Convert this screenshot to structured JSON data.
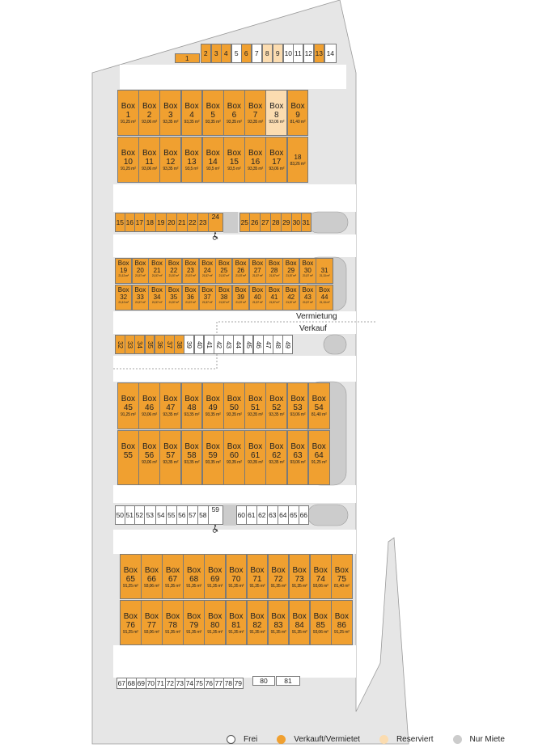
{
  "colors": {
    "sold": "#f0a030",
    "free": "#ffffff",
    "reserved": "#fbdcb0",
    "rent_only": "#cccccc",
    "ground": "#e6e6e6"
  },
  "labels": {
    "vermietung": "Vermietung",
    "verkauf": "Verkauf"
  },
  "icons": {
    "accessible": "wheelchair-icon"
  },
  "legend": [
    {
      "label": "Frei",
      "status": "free"
    },
    {
      "label": "Verkauft/Vermietet",
      "status": "sold"
    },
    {
      "label": "Reserviert",
      "status": "reserved"
    },
    {
      "label": "Nur Miete",
      "status": "rent_only"
    }
  ],
  "rows": [
    {
      "kind": "small",
      "cells": [
        {
          "n": "1",
          "s": "sold"
        },
        {
          "n": "2",
          "s": "sold"
        },
        {
          "n": "3",
          "s": "sold"
        },
        {
          "n": "4",
          "s": "sold"
        },
        {
          "n": "5",
          "s": "free"
        },
        {
          "n": "6",
          "s": "sold"
        },
        {
          "n": "7",
          "s": "free"
        },
        {
          "n": "8",
          "s": "reserved"
        },
        {
          "n": "9",
          "s": "reserved"
        },
        {
          "n": "10",
          "s": "free"
        },
        {
          "n": "11",
          "s": "free"
        },
        {
          "n": "12",
          "s": "free"
        },
        {
          "n": "13",
          "s": "sold"
        },
        {
          "n": "14",
          "s": "free"
        }
      ]
    },
    {
      "kind": "big",
      "cells": [
        {
          "n": "1",
          "a": "91,25 m²",
          "s": "sold"
        },
        {
          "n": "2",
          "a": "93,06 m²",
          "s": "sold"
        },
        {
          "n": "3",
          "a": "93,35 m²",
          "s": "sold"
        },
        {
          "n": "4",
          "a": "93,35 m²",
          "s": "sold"
        },
        {
          "n": "5",
          "a": "93,35 m²",
          "s": "sold"
        },
        {
          "n": "6",
          "a": "93,35 m²",
          "s": "sold"
        },
        {
          "n": "7",
          "a": "93,35 m²",
          "s": "sold"
        },
        {
          "n": "8",
          "a": "93,06 m²",
          "s": "reserved"
        },
        {
          "n": "9",
          "a": "81,40 m²",
          "s": "sold"
        }
      ]
    },
    {
      "kind": "big",
      "cells": [
        {
          "n": "10",
          "a": "91,25 m²",
          "s": "sold"
        },
        {
          "n": "11",
          "a": "93,06 m²",
          "s": "sold"
        },
        {
          "n": "12",
          "a": "93,35 m²",
          "s": "sold"
        },
        {
          "n": "13",
          "a": "93,5 m²",
          "s": "sold"
        },
        {
          "n": "14",
          "a": "93,5 m²",
          "s": "sold"
        },
        {
          "n": "15",
          "a": "93,5 m²",
          "s": "sold"
        },
        {
          "n": "16",
          "a": "93,35 m²",
          "s": "sold"
        },
        {
          "n": "17",
          "a": "93,06 m²",
          "s": "sold"
        },
        {
          "n": "18",
          "a": "83,26 m²",
          "s": "sold",
          "plain": true
        }
      ]
    },
    {
      "kind": "small",
      "cells": [
        {
          "n": "15",
          "s": "sold"
        },
        {
          "n": "16",
          "s": "sold"
        },
        {
          "n": "17",
          "s": "sold"
        },
        {
          "n": "18",
          "s": "sold"
        },
        {
          "n": "19",
          "s": "sold"
        },
        {
          "n": "20",
          "s": "sold"
        },
        {
          "n": "21",
          "s": "sold"
        },
        {
          "n": "22",
          "s": "sold"
        },
        {
          "n": "23",
          "s": "sold"
        },
        {
          "n": "24",
          "s": "sold",
          "wc": true
        },
        {
          "n": "25",
          "s": "sold"
        },
        {
          "n": "26",
          "s": "sold"
        },
        {
          "n": "27",
          "s": "sold"
        },
        {
          "n": "28",
          "s": "sold"
        },
        {
          "n": "29",
          "s": "sold"
        },
        {
          "n": "30",
          "s": "sold"
        },
        {
          "n": "31",
          "s": "sold"
        }
      ]
    },
    {
      "kind": "mid",
      "cells": [
        {
          "n": "19",
          "a": "21,13 m²",
          "s": "sold"
        },
        {
          "n": "20",
          "a": "21,57 m²",
          "s": "sold"
        },
        {
          "n": "21",
          "a": "21,57 m²",
          "s": "sold"
        },
        {
          "n": "22",
          "a": "21,57 m²",
          "s": "sold"
        },
        {
          "n": "23",
          "a": "21,57 m²",
          "s": "sold"
        },
        {
          "n": "24",
          "a": "21,57 m²",
          "s": "sold"
        },
        {
          "n": "25",
          "a": "21,57 m²",
          "s": "sold"
        },
        {
          "n": "26",
          "a": "21,57 m²",
          "s": "sold"
        },
        {
          "n": "27",
          "a": "21,57 m²",
          "s": "sold"
        },
        {
          "n": "28",
          "a": "21,57 m²",
          "s": "sold"
        },
        {
          "n": "29",
          "a": "21,57 m²",
          "s": "sold"
        },
        {
          "n": "30",
          "a": "21,57 m²",
          "s": "sold"
        },
        {
          "n": "31",
          "a": "21,13 m²",
          "s": "sold",
          "nobox": true
        }
      ]
    },
    {
      "kind": "mid",
      "cells": [
        {
          "n": "32",
          "a": "21,13 m²",
          "s": "sold"
        },
        {
          "n": "33",
          "a": "21,57 m²",
          "s": "sold"
        },
        {
          "n": "34",
          "a": "21,57 m²",
          "s": "sold"
        },
        {
          "n": "35",
          "a": "21,57 m²",
          "s": "sold"
        },
        {
          "n": "36",
          "a": "21,57 m²",
          "s": "sold"
        },
        {
          "n": "37",
          "a": "21,57 m²",
          "s": "sold"
        },
        {
          "n": "38",
          "a": "21,57 m²",
          "s": "sold"
        },
        {
          "n": "39",
          "a": "21,57 m²",
          "s": "sold"
        },
        {
          "n": "40",
          "a": "21,57 m²",
          "s": "sold"
        },
        {
          "n": "41",
          "a": "21,57 m²",
          "s": "sold"
        },
        {
          "n": "42",
          "a": "21,57 m²",
          "s": "sold"
        },
        {
          "n": "43",
          "a": "21,57 m²",
          "s": "sold"
        },
        {
          "n": "44",
          "a": "21,13 m²",
          "s": "sold"
        }
      ]
    },
    {
      "kind": "small",
      "rot": true,
      "cells": [
        {
          "n": "32",
          "s": "sold"
        },
        {
          "n": "33",
          "s": "sold"
        },
        {
          "n": "34",
          "s": "sold"
        },
        {
          "n": "35",
          "s": "sold"
        },
        {
          "n": "36",
          "s": "sold"
        },
        {
          "n": "37",
          "s": "sold"
        },
        {
          "n": "38",
          "s": "sold"
        },
        {
          "n": "39",
          "s": "free"
        },
        {
          "n": "40",
          "s": "free"
        },
        {
          "n": "41",
          "s": "free"
        },
        {
          "n": "42",
          "s": "free"
        },
        {
          "n": "43",
          "s": "free"
        },
        {
          "n": "44",
          "s": "free"
        },
        {
          "n": "45",
          "s": "free"
        },
        {
          "n": "46",
          "s": "free"
        },
        {
          "n": "47",
          "s": "free"
        },
        {
          "n": "48",
          "s": "free"
        },
        {
          "n": "49",
          "s": "free"
        }
      ]
    },
    {
      "kind": "big",
      "cells": [
        {
          "n": "45",
          "a": "91,25 m²",
          "s": "sold"
        },
        {
          "n": "46",
          "a": "93,06 m²",
          "s": "sold"
        },
        {
          "n": "47",
          "a": "93,35 m²",
          "s": "sold"
        },
        {
          "n": "48",
          "a": "93,35 m²",
          "s": "sold"
        },
        {
          "n": "49",
          "a": "93,35 m²",
          "s": "sold"
        },
        {
          "n": "50",
          "a": "93,35 m²",
          "s": "sold"
        },
        {
          "n": "51",
          "a": "93,35 m²",
          "s": "sold"
        },
        {
          "n": "52",
          "a": "93,35 m²",
          "s": "sold"
        },
        {
          "n": "53",
          "a": "93,06 m²",
          "s": "sold"
        },
        {
          "n": "54",
          "a": "81,40 m²",
          "s": "sold"
        }
      ]
    },
    {
      "kind": "big",
      "cells": [
        {
          "n": "55",
          "a": "",
          "s": "sold"
        },
        {
          "n": "56",
          "a": "93,06 m²",
          "s": "sold"
        },
        {
          "n": "57",
          "a": "93,35 m²",
          "s": "sold"
        },
        {
          "n": "58",
          "a": "93,35 m²",
          "s": "sold"
        },
        {
          "n": "59",
          "a": "93,35 m²",
          "s": "sold"
        },
        {
          "n": "60",
          "a": "93,35 m²",
          "s": "sold"
        },
        {
          "n": "61",
          "a": "93,35 m²",
          "s": "sold"
        },
        {
          "n": "62",
          "a": "93,35 m²",
          "s": "sold"
        },
        {
          "n": "63",
          "a": "93,06 m²",
          "s": "sold"
        },
        {
          "n": "64",
          "a": "91,25 m²",
          "s": "sold"
        }
      ]
    },
    {
      "kind": "small",
      "cells": [
        {
          "n": "50",
          "s": "free"
        },
        {
          "n": "51",
          "s": "free"
        },
        {
          "n": "52",
          "s": "free"
        },
        {
          "n": "53",
          "s": "free"
        },
        {
          "n": "54",
          "s": "free"
        },
        {
          "n": "55",
          "s": "free"
        },
        {
          "n": "56",
          "s": "free"
        },
        {
          "n": "57",
          "s": "free"
        },
        {
          "n": "58",
          "s": "free"
        },
        {
          "n": "59",
          "s": "free",
          "wc": true
        },
        {
          "n": "60",
          "s": "free"
        },
        {
          "n": "61",
          "s": "free"
        },
        {
          "n": "62",
          "s": "free"
        },
        {
          "n": "63",
          "s": "free"
        },
        {
          "n": "64",
          "s": "free"
        },
        {
          "n": "65",
          "s": "free"
        },
        {
          "n": "66",
          "s": "free"
        }
      ]
    },
    {
      "kind": "big",
      "cells": [
        {
          "n": "65",
          "a": "91,25 m²",
          "s": "sold"
        },
        {
          "n": "66",
          "a": "93,06 m²",
          "s": "sold"
        },
        {
          "n": "67",
          "a": "91,35 m²",
          "s": "sold"
        },
        {
          "n": "68",
          "a": "91,35 m²",
          "s": "sold"
        },
        {
          "n": "69",
          "a": "91,35 m²",
          "s": "sold"
        },
        {
          "n": "70",
          "a": "91,35 m²",
          "s": "sold"
        },
        {
          "n": "71",
          "a": "91,35 m²",
          "s": "sold"
        },
        {
          "n": "72",
          "a": "91,35 m²",
          "s": "sold"
        },
        {
          "n": "73",
          "a": "91,35 m²",
          "s": "sold"
        },
        {
          "n": "74",
          "a": "93,06 m²",
          "s": "sold"
        },
        {
          "n": "75",
          "a": "81,40 m²",
          "s": "sold"
        }
      ]
    },
    {
      "kind": "big",
      "cells": [
        {
          "n": "76",
          "a": "91,25 m²",
          "s": "sold"
        },
        {
          "n": "77",
          "a": "93,06 m²",
          "s": "sold"
        },
        {
          "n": "78",
          "a": "91,35 m²",
          "s": "sold"
        },
        {
          "n": "79",
          "a": "91,35 m²",
          "s": "sold"
        },
        {
          "n": "80",
          "a": "91,35 m²",
          "s": "sold"
        },
        {
          "n": "81",
          "a": "91,35 m²",
          "s": "sold"
        },
        {
          "n": "82",
          "a": "91,35 m²",
          "s": "sold"
        },
        {
          "n": "83",
          "a": "91,35 m²",
          "s": "sold"
        },
        {
          "n": "84",
          "a": "91,35 m²",
          "s": "sold"
        },
        {
          "n": "85",
          "a": "93,06 m²",
          "s": "sold"
        },
        {
          "n": "86",
          "a": "91,25 m²",
          "s": "sold"
        }
      ]
    },
    {
      "kind": "small",
      "cells": [
        {
          "n": "67",
          "s": "free"
        },
        {
          "n": "68",
          "s": "free"
        },
        {
          "n": "69",
          "s": "free"
        },
        {
          "n": "70",
          "s": "free"
        },
        {
          "n": "71",
          "s": "free"
        },
        {
          "n": "72",
          "s": "free"
        },
        {
          "n": "73",
          "s": "free"
        },
        {
          "n": "74",
          "s": "free"
        },
        {
          "n": "75",
          "s": "free"
        },
        {
          "n": "76",
          "s": "free"
        },
        {
          "n": "77",
          "s": "free"
        },
        {
          "n": "78",
          "s": "free"
        },
        {
          "n": "79",
          "s": "free"
        },
        {
          "n": "80",
          "s": "free"
        },
        {
          "n": "81",
          "s": "free"
        }
      ]
    }
  ]
}
